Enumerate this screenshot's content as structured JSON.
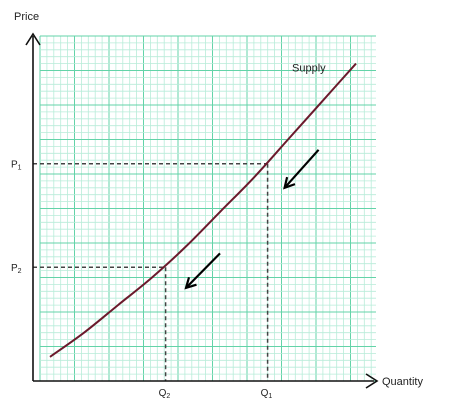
{
  "chart_data": {
    "type": "line",
    "xlabel": "Quantity",
    "ylabel": "Price",
    "xlim": [
      0,
      10
    ],
    "ylim": [
      0,
      10
    ],
    "grid": true,
    "colors": {
      "grid_minor": "#b8ecd9",
      "grid_major": "#63d3a8",
      "curve": "#6b1a2c",
      "axis": "#111111",
      "guide": "#444444",
      "arrow": "#000000"
    },
    "series": [
      {
        "name": "Supply",
        "x": [
          0.5,
          1.5,
          2.5,
          3.5,
          4.5,
          5.5,
          6.5,
          7.5,
          8.5,
          9.5
        ],
        "y": [
          0.7,
          1.4,
          2.2,
          3.0,
          3.9,
          4.9,
          5.9,
          7.0,
          8.1,
          9.2
        ]
      }
    ],
    "reference_points": [
      {
        "price_label": "P",
        "price_sub": "1",
        "qty_label": "Q",
        "qty_sub": "1",
        "x": 6.9,
        "y": 6.3
      },
      {
        "price_label": "P",
        "price_sub": "2",
        "qty_label": "Q",
        "qty_sub": "2",
        "x": 3.9,
        "y": 3.3
      }
    ],
    "arrows": [
      {
        "from": [
          8.4,
          6.7
        ],
        "to": [
          7.4,
          5.6
        ]
      },
      {
        "from": [
          5.5,
          3.7
        ],
        "to": [
          4.5,
          2.7
        ]
      }
    ]
  }
}
